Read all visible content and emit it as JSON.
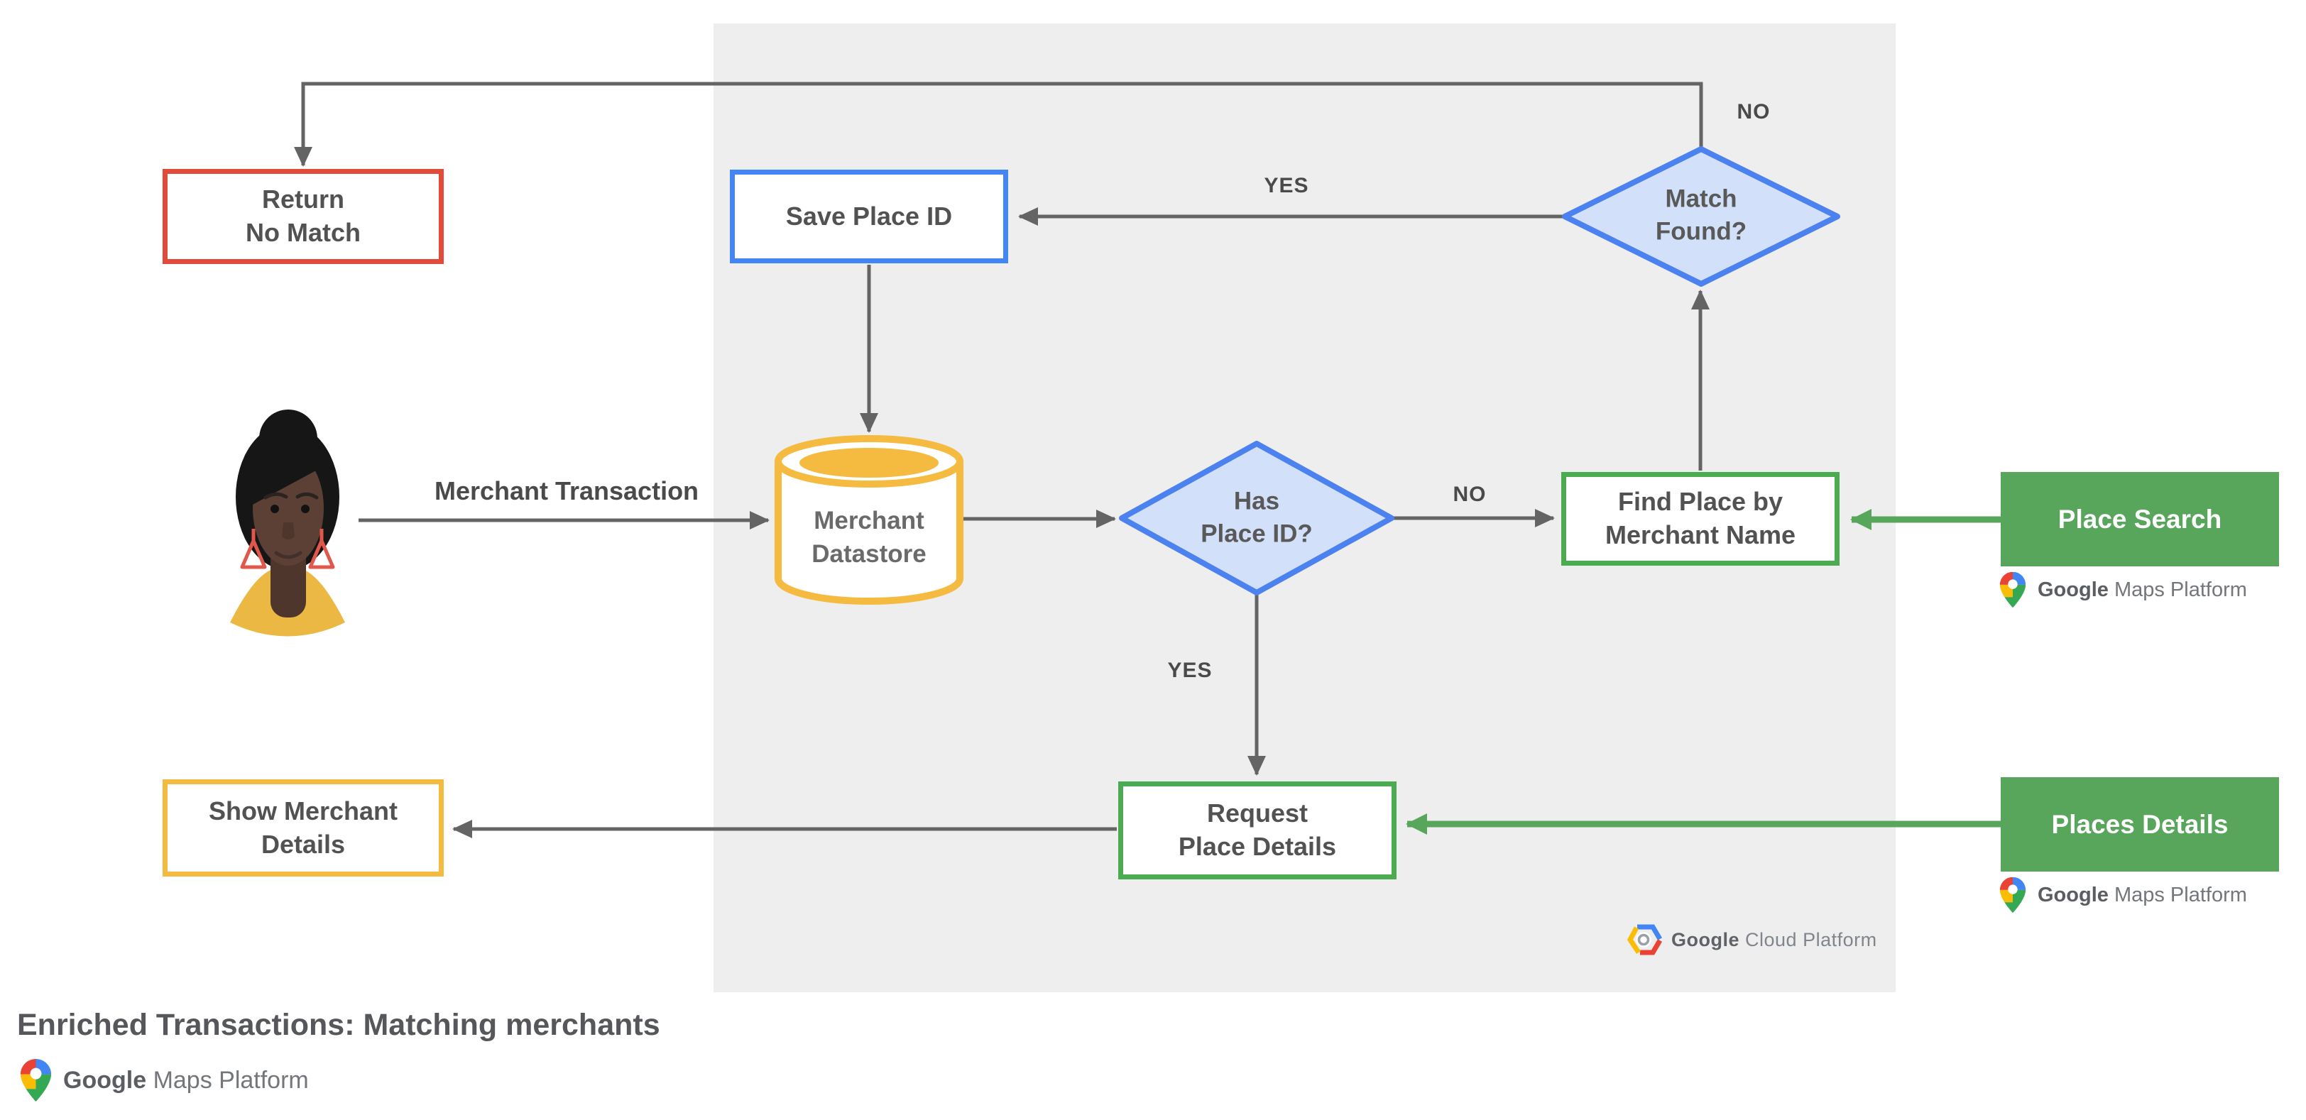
{
  "title": "Enriched Transactions: Matching merchants",
  "nodes": {
    "return_no_match": {
      "line1": "Return",
      "line2": "No Match"
    },
    "save_place_id": {
      "label": "Save Place ID"
    },
    "match_found": {
      "line1": "Match",
      "line2": "Found?"
    },
    "merchant_datastore": {
      "line1": "Merchant",
      "line2": "Datastore"
    },
    "has_place_id": {
      "line1": "Has",
      "line2": "Place ID?"
    },
    "find_place_by_merchant_name": {
      "line1": "Find Place by",
      "line2": "Merchant Name"
    },
    "request_place_details": {
      "line1": "Request",
      "line2": "Place Details"
    },
    "show_merchant_details": {
      "line1": "Show Merchant",
      "line2": "Details"
    },
    "place_search": {
      "label": "Place Search"
    },
    "places_details": {
      "label": "Places Details"
    }
  },
  "edges": {
    "merchant_transaction": "Merchant Transaction",
    "match_found_no": "NO",
    "match_found_yes": "YES",
    "has_place_id_no": "NO",
    "has_place_id_yes": "YES"
  },
  "logos": {
    "maps_google": "Google",
    "maps_rest": "Maps Platform",
    "cloud_google": "Google",
    "cloud_rest": "Cloud Platform"
  },
  "colors": {
    "red_border": "#e14b3c",
    "blue_border": "#4285f4",
    "diamond_fill": "#d3e0f9",
    "diamond_border": "#4c82f0",
    "yellow": "#f5bb41",
    "green_fill": "#58a55c",
    "green_border": "#4bab51",
    "line_gray": "#646464",
    "panel_gray": "#eeeeee",
    "text_gray": "#525252"
  }
}
